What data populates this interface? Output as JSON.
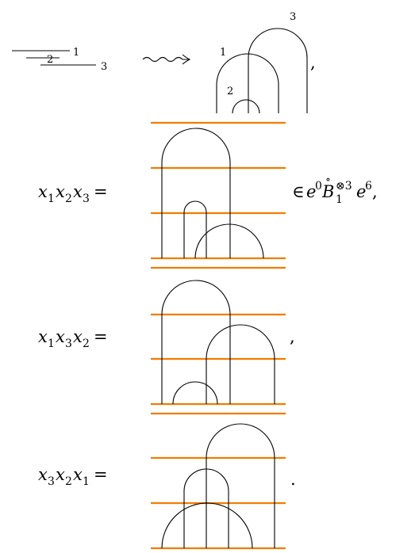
{
  "top": {
    "labels": {
      "one": "1",
      "two": "2",
      "three": "3"
    },
    "arrow": "leadsto",
    "trailing": ","
  },
  "eq1": {
    "lhs": [
      {
        "var": "x",
        "idx": "1"
      },
      {
        "var": "x",
        "idx": "2"
      },
      {
        "var": "x",
        "idx": "3"
      }
    ],
    "equals": "=",
    "member": "∈",
    "e_left": "e",
    "e_left_sup": "0",
    "B": "B",
    "B_accent": "∘",
    "B_sub": "1",
    "B_sup": "⊗3",
    "e_right": "e",
    "e_right_sup": "6",
    "trailing": ","
  },
  "eq2": {
    "lhs": [
      {
        "var": "x",
        "idx": "1"
      },
      {
        "var": "x",
        "idx": "3"
      },
      {
        "var": "x",
        "idx": "2"
      }
    ],
    "equals": "=",
    "trailing": ","
  },
  "eq3": {
    "lhs": [
      {
        "var": "x",
        "idx": "3"
      },
      {
        "var": "x",
        "idx": "2"
      },
      {
        "var": "x",
        "idx": "1"
      }
    ],
    "equals": "=",
    "trailing": "."
  },
  "colors": {
    "boundary": "#f07d00",
    "ink": "#000000"
  }
}
